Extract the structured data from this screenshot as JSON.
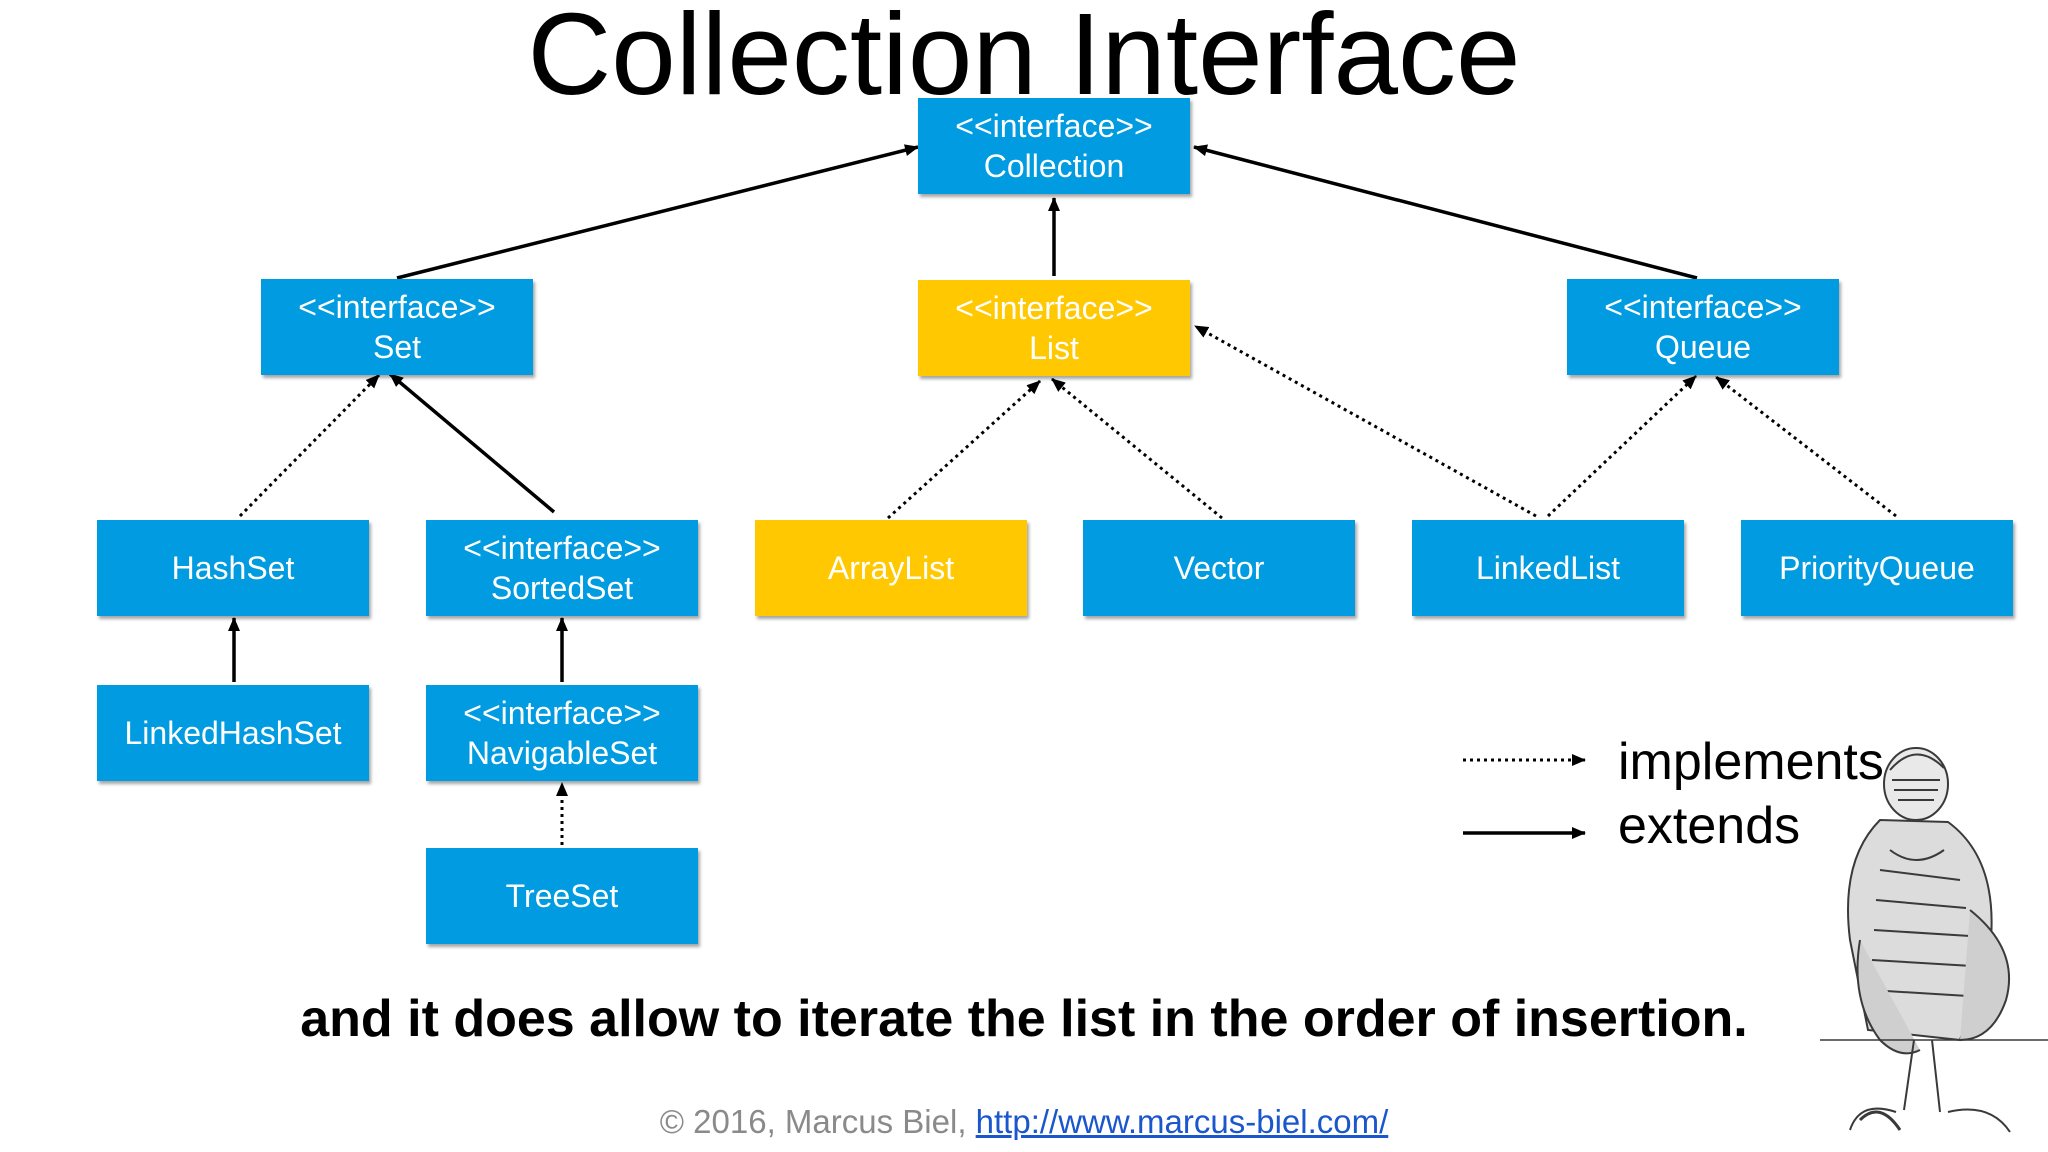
{
  "title": "Collection Interface",
  "colors": {
    "interface": "#009be0",
    "highlight": "#ffc800",
    "text": "#ffffff"
  },
  "nodes": {
    "collection": {
      "stereotype": "<<interface>>",
      "name": "Collection"
    },
    "set": {
      "stereotype": "<<interface>>",
      "name": "Set"
    },
    "list": {
      "stereotype": "<<interface>>",
      "name": "List",
      "highlighted": true
    },
    "queue": {
      "stereotype": "<<interface>>",
      "name": "Queue"
    },
    "hashset": {
      "name": "HashSet"
    },
    "sortedset": {
      "stereotype": "<<interface>>",
      "name": "SortedSet"
    },
    "arraylist": {
      "name": "ArrayList",
      "highlighted": true
    },
    "vector": {
      "name": "Vector"
    },
    "linkedlist": {
      "name": "LinkedList"
    },
    "priorityqueue": {
      "name": "PriorityQueue"
    },
    "linkedhashset": {
      "name": "LinkedHashSet"
    },
    "navigableset": {
      "stereotype": "<<interface>>",
      "name": "NavigableSet"
    },
    "treeset": {
      "name": "TreeSet"
    }
  },
  "edges": [
    {
      "from": "set",
      "to": "collection",
      "type": "extends"
    },
    {
      "from": "list",
      "to": "collection",
      "type": "extends"
    },
    {
      "from": "queue",
      "to": "collection",
      "type": "extends"
    },
    {
      "from": "hashset",
      "to": "set",
      "type": "implements"
    },
    {
      "from": "sortedset",
      "to": "set",
      "type": "extends"
    },
    {
      "from": "arraylist",
      "to": "list",
      "type": "implements"
    },
    {
      "from": "vector",
      "to": "list",
      "type": "implements"
    },
    {
      "from": "linkedlist",
      "to": "list",
      "type": "implements"
    },
    {
      "from": "linkedlist",
      "to": "queue",
      "type": "implements"
    },
    {
      "from": "priorityqueue",
      "to": "queue",
      "type": "implements"
    },
    {
      "from": "linkedhashset",
      "to": "hashset",
      "type": "extends"
    },
    {
      "from": "navigableset",
      "to": "sortedset",
      "type": "extends"
    },
    {
      "from": "treeset",
      "to": "navigableset",
      "type": "implements"
    }
  ],
  "legend": {
    "implements": "implements",
    "extends": "extends"
  },
  "subtitle": "and it does allow to iterate the list in the order of insertion.",
  "footer": {
    "copyright": "© 2016, Marcus Biel, ",
    "link": "http://www.marcus-biel.com/"
  },
  "illustration": "craftsman-sketch-icon"
}
